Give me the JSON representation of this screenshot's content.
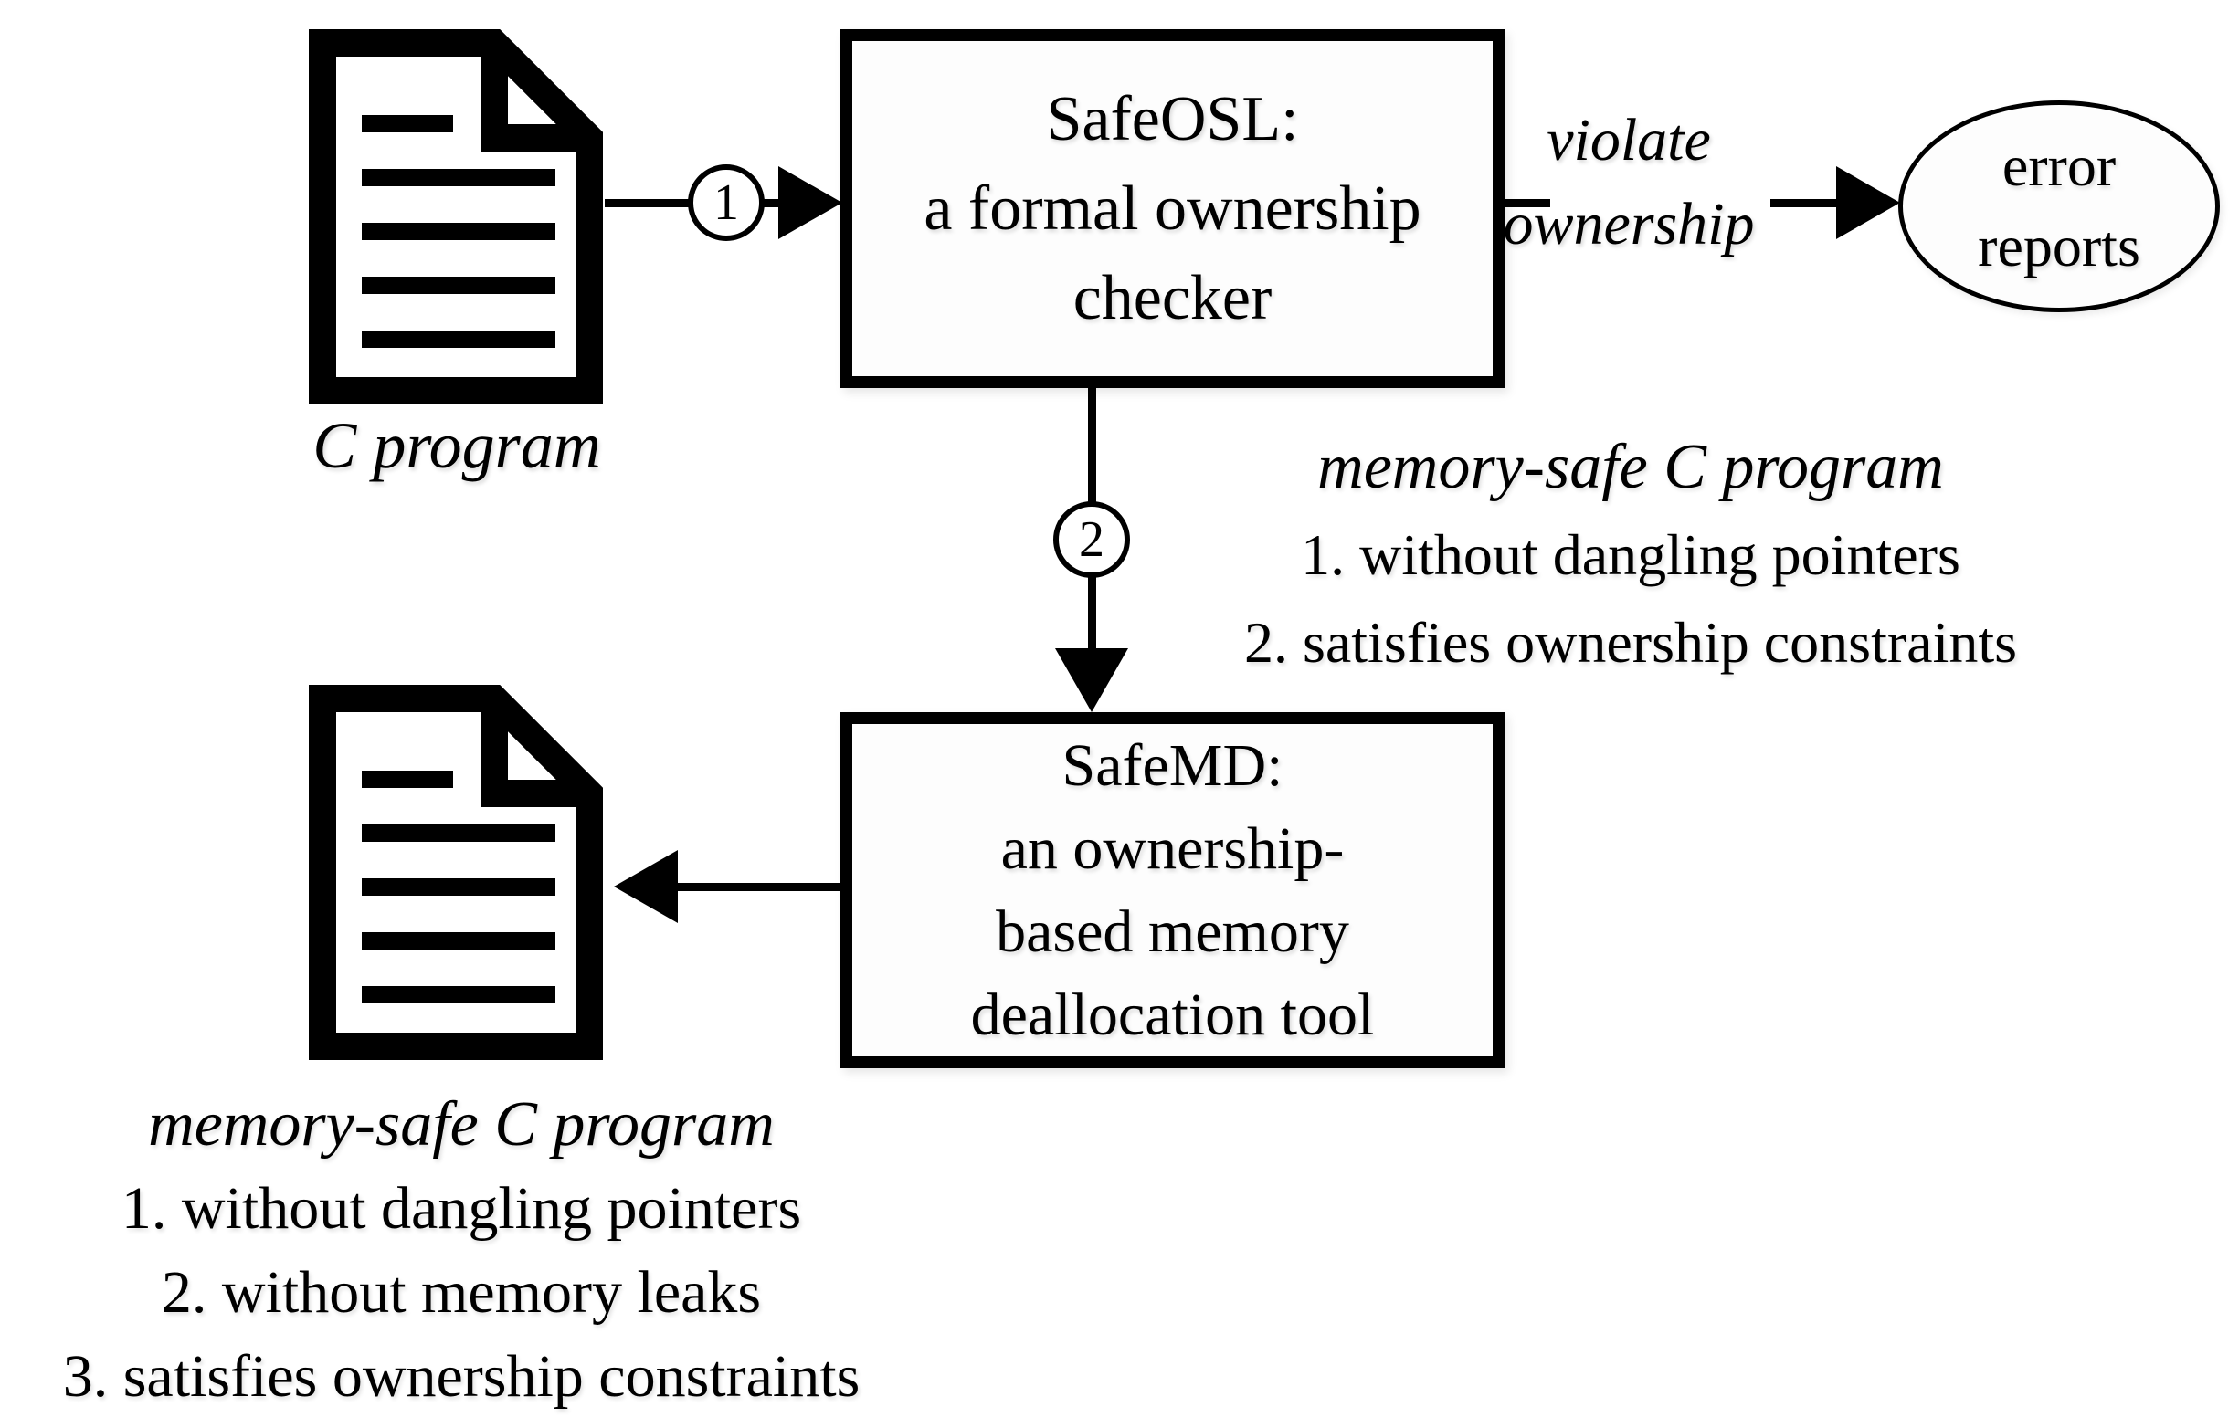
{
  "diagram": {
    "colors": {
      "ink": "#000000",
      "background": "#ffffff"
    },
    "input_file": {
      "label": "C program"
    },
    "step1": {
      "label": "1"
    },
    "step2": {
      "label": "2"
    },
    "safeosl_box": {
      "line1": "SafeOSL:",
      "line2": "a formal ownership",
      "line3": "checker"
    },
    "violate_edge": {
      "line1": "violate",
      "line2": "ownership"
    },
    "error_ellipse": {
      "line1": "error",
      "line2": "reports"
    },
    "mid_annotation": {
      "title": "memory-safe C program",
      "items": [
        "1. without dangling pointers",
        "2. satisfies ownership constraints"
      ]
    },
    "safemd_box": {
      "line1": "SafeMD:",
      "line2": "an ownership-",
      "line3": "based memory",
      "line4": "deallocation tool"
    },
    "bottom_annotation": {
      "title": "memory-safe C program",
      "items": [
        "1. without dangling pointers",
        "2. without memory leaks",
        "3. satisfies ownership constraints"
      ]
    }
  }
}
